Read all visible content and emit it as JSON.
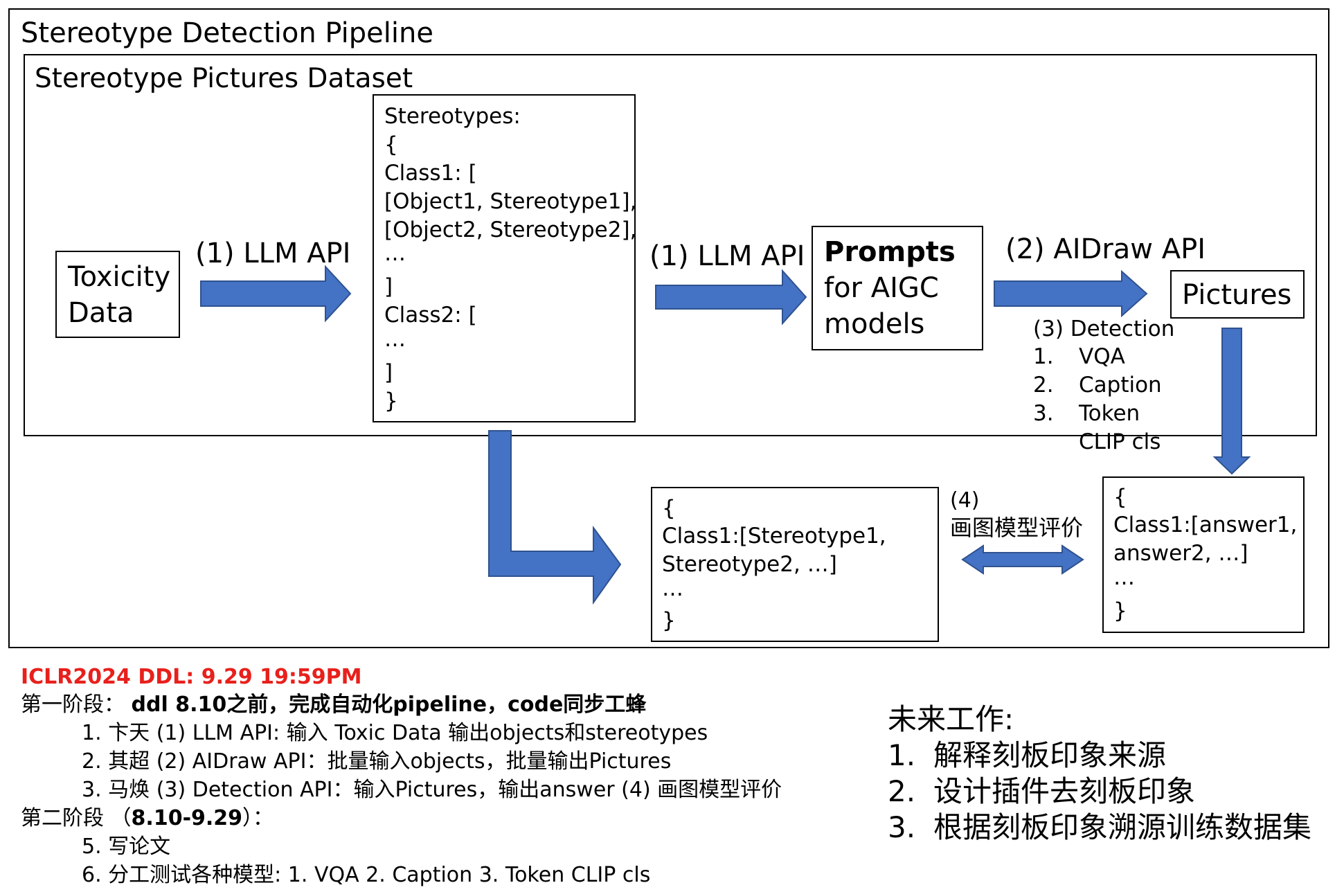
{
  "pipeline": {
    "title": "Stereotype Detection Pipeline",
    "dataset_title": "Stereotype Pictures Dataset",
    "toxicity_box": [
      "Toxicity",
      "Data"
    ],
    "llm_api_1": "(1) LLM API",
    "llm_api_2": "(1) LLM API",
    "aidraw_api": "(2) AIDraw API",
    "stereotypes_box": [
      "Stereotypes:",
      "{",
      "Class1: [",
      "[Object1, Stereotype1],",
      "[Object2, Stereotype2],",
      "…",
      "]",
      "Class2: [",
      "…",
      "]",
      "}"
    ],
    "prompts_box": {
      "bold": "Prompts",
      "lines": [
        "for AIGC",
        "models"
      ]
    },
    "pictures_box": "Pictures",
    "detection": {
      "title": "(3) Detection",
      "items": [
        {
          "num": "1.",
          "label": "VQA"
        },
        {
          "num": "2.",
          "label": "Caption"
        },
        {
          "num": "3.",
          "label": "Token"
        }
      ],
      "extra": "CLIP cls"
    },
    "result_box": [
      "{",
      "Class1:[Stereotype1,",
      "Stereotype2, …]",
      "…",
      "}"
    ],
    "answer_box": [
      "{",
      "Class1:[answer1,",
      "answer2, …]",
      "…",
      "}"
    ],
    "eval_label": [
      "(4)",
      "画图模型评价"
    ]
  },
  "notes": {
    "deadline": "ICLR2024 DDL: 9.29 19:59PM",
    "phase1": {
      "label": "第一阶段：",
      "bold": "ddl 8.10之前，完成自动化pipeline，code同步工蜂"
    },
    "phase1_items": [
      "1. 卞天 (1)  LLM API: 输入 Toxic Data 输出objects和stereotypes",
      "2. 其超 (2) AIDraw API：批量输入objects，批量输出Pictures",
      "3. 马焕 (3) Detection API：输入Pictures，输出answer (4) 画图模型评价"
    ],
    "phase2": {
      "label": "第二阶段 （",
      "bold": "8.10-9.29",
      "suffix": "）："
    },
    "phase2_items": [
      "5. 写论文",
      "6. 分工测试各种模型: 1. VQA 2. Caption 3. Token CLIP cls"
    ]
  },
  "future_work": {
    "title": "未来工作:",
    "items": [
      {
        "num": "1.",
        "text": "解释刻板印象来源"
      },
      {
        "num": "2.",
        "text": "设计插件去刻板印象"
      },
      {
        "num": "3.",
        "text": "根据刻板印象溯源训练数据集"
      }
    ]
  },
  "colors": {
    "arrow_fill": "#4472c4",
    "arrow_stroke": "#2f528f",
    "deadline": "#e8201c"
  }
}
